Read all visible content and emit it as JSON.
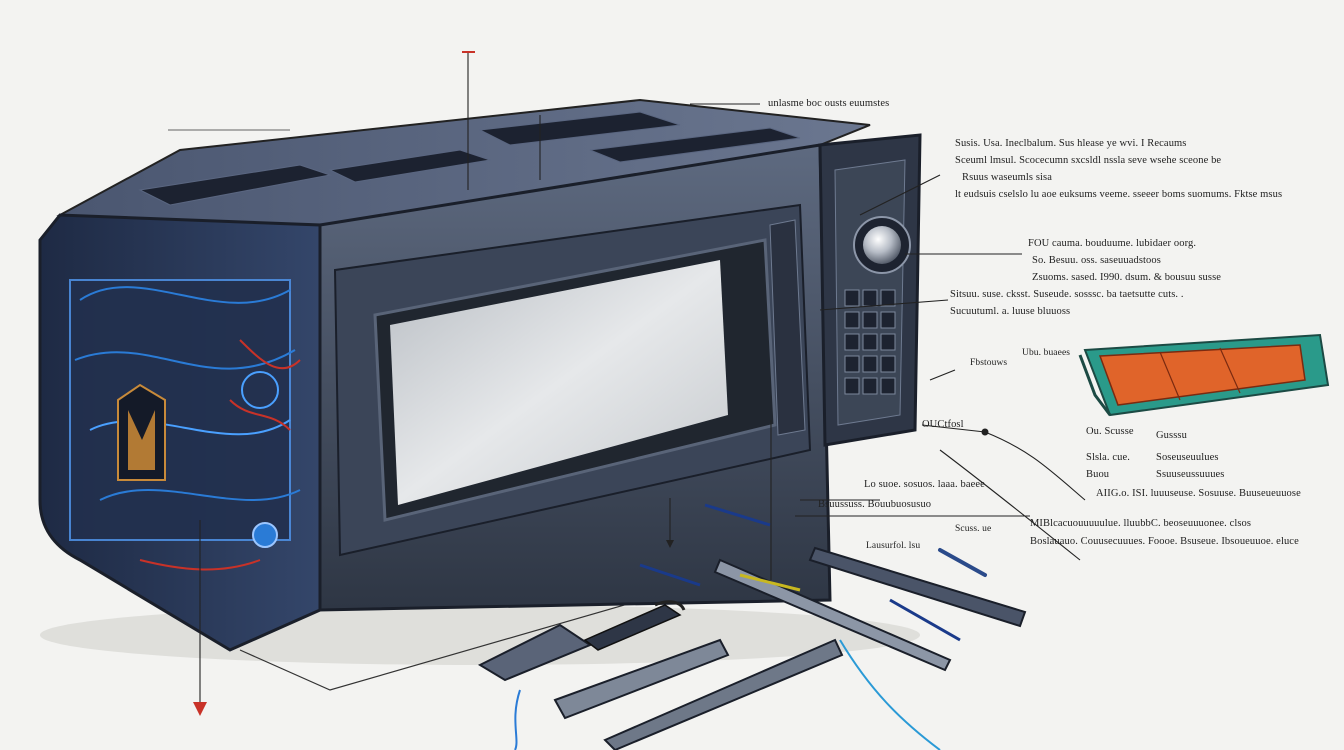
{
  "annotations": {
    "top_label": "unlasme boc ousts euumstes",
    "block1": [
      "Susis. Usa. Ineclbalum. Sus hlease ye wvi. I Recaums",
      "Sceuml lmsul. Scocecumn sxcsldl nssla seve wsehe sceone be",
      "Rsuus waseumls sisa",
      "lt eudsuis cselslo lu aoe euksums veeme. sseeer boms suomums. Fktse msus"
    ],
    "block2": [
      "FOU cauma. bouduume. lubidaer oorg.",
      "So. Besuu. oss. saseuuadstoos",
      "Zsuoms. sased. I990. dsum. & bousuu susse",
      "Sitsuu. suse. cksst. Suseude. sosssc. ba taetsutte cuts. ."
    ],
    "left_mid": "Sucuutuml. a. luuse bluuoss",
    "callout_kit": "Fbstouws",
    "callout_kit_tag": "Ubu. buaees",
    "callout_oven": "OUCtfosl",
    "block3": [
      "Ou. Scusse",
      "Gusssu"
    ],
    "block4": [
      "Slsla. cue.",
      "Soseuseuulues",
      "Buou",
      "Ssuuseussuuues",
      "AIIG.o. ISI. luuuseuse. Sosuuse. Buuseueuuose"
    ],
    "mid_caption1": "Lo suoe. sosuos. laaa. baeee",
    "mid_caption2": "Bsuussuss. Bouubuosusuo",
    "block5": [
      "MIBlcacuouuuuulue. lluubbC. beoseuuuonee. clsos",
      "Boslauauo. Couusecuuues. Foooe. Bsuseue. Ibsoueuuoe. eluce"
    ],
    "tool_label1": "Scuss. ue",
    "tool_label2": "Lausurfol. lsu"
  },
  "colors": {
    "body_dark": "#3c4656",
    "body_mid": "#56627a",
    "window_glass": "#c9cdd2",
    "wire_blue": "#2a7bd6",
    "accent_red": "#c83228",
    "kit_orange": "#e0642a",
    "kit_teal": "#2a9a8a"
  }
}
